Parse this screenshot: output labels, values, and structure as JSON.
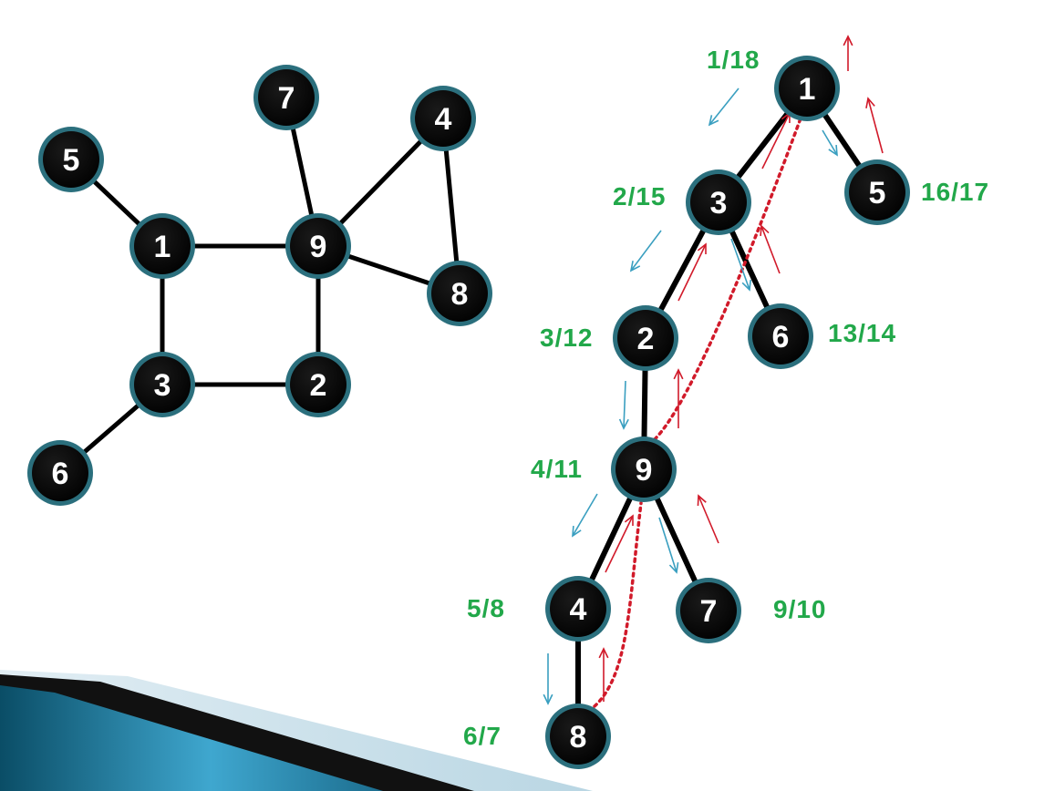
{
  "colors": {
    "node_fill": "#000000",
    "node_ring": "#2b6f7d",
    "edge": "#000000",
    "time_label": "#22a84a",
    "descend_arrow": "#3a9fc0",
    "return_arrow": "#d11a2a",
    "back_edge": "#d11a2a"
  },
  "left_graph": {
    "nodes": [
      {
        "id": "1",
        "label": "1"
      },
      {
        "id": "2",
        "label": "2"
      },
      {
        "id": "3",
        "label": "3"
      },
      {
        "id": "4",
        "label": "4"
      },
      {
        "id": "5",
        "label": "5"
      },
      {
        "id": "6",
        "label": "6"
      },
      {
        "id": "7",
        "label": "7"
      },
      {
        "id": "8",
        "label": "8"
      },
      {
        "id": "9",
        "label": "9"
      }
    ],
    "edges": [
      [
        "5",
        "1"
      ],
      [
        "1",
        "9"
      ],
      [
        "1",
        "3"
      ],
      [
        "3",
        "2"
      ],
      [
        "3",
        "6"
      ],
      [
        "9",
        "2"
      ],
      [
        "9",
        "7"
      ],
      [
        "9",
        "4"
      ],
      [
        "9",
        "8"
      ],
      [
        "4",
        "8"
      ]
    ]
  },
  "dfs_tree": {
    "nodes": [
      {
        "id": "1",
        "label": "1",
        "times": "1/18"
      },
      {
        "id": "3",
        "label": "3",
        "times": "2/15"
      },
      {
        "id": "5",
        "label": "5",
        "times": "16/17"
      },
      {
        "id": "2",
        "label": "2",
        "times": "3/12"
      },
      {
        "id": "6",
        "label": "6",
        "times": "13/14"
      },
      {
        "id": "9",
        "label": "9",
        "times": "4/11"
      },
      {
        "id": "4",
        "label": "4",
        "times": "5/8"
      },
      {
        "id": "7",
        "label": "7",
        "times": "9/10"
      },
      {
        "id": "8",
        "label": "8",
        "times": "6/7"
      }
    ],
    "tree_edges": [
      [
        "1",
        "3"
      ],
      [
        "1",
        "5"
      ],
      [
        "3",
        "2"
      ],
      [
        "3",
        "6"
      ],
      [
        "2",
        "9"
      ],
      [
        "9",
        "4"
      ],
      [
        "9",
        "7"
      ],
      [
        "4",
        "8"
      ]
    ],
    "back_edges": [
      [
        "9",
        "1"
      ],
      [
        "8",
        "9"
      ]
    ]
  }
}
